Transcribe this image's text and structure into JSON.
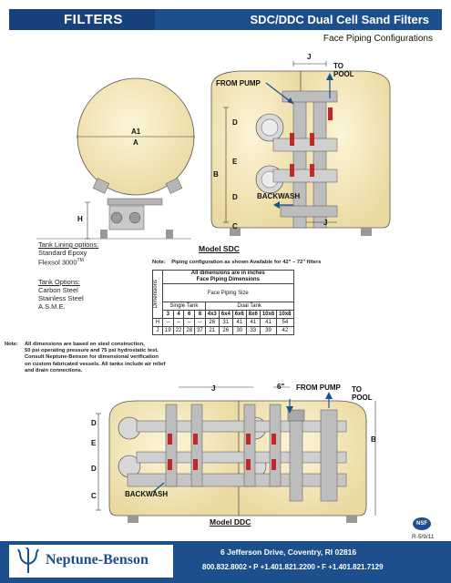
{
  "header": {
    "section": "FILTERS",
    "title": "SDC/DDC Dual Cell Sand Filters",
    "subtitle": "Face Piping Configurations"
  },
  "sdc": {
    "labels": {
      "from_pump": "FROM PUMP",
      "to_pool": "TO POOL",
      "j_top": "J",
      "d1": "D",
      "e": "E",
      "d2": "D",
      "c": "C",
      "b": "B",
      "backwash": "BACKWASH",
      "j_bottom": "J",
      "a1": "A1",
      "a": "A",
      "h": "H"
    },
    "model": "Model SDC"
  },
  "options": {
    "lining_title": "Tank Lining options:",
    "lining": [
      "Standard Epoxy",
      "Flexsol 3000"
    ],
    "lining_tm": "TM",
    "tank_title": "Tank Options:",
    "tank": [
      "Carbon Steel",
      "Stainless Steel",
      "A.S.M.E."
    ]
  },
  "note_top": {
    "label": "Note:",
    "text": "Piping configuration as shown Available for 42\" – 72\" filters"
  },
  "table": {
    "header1": "All dimensions are in inches",
    "header2": "Face Piping Dimensions",
    "side_label": "Dimensions",
    "face_size": "Face Piping Size",
    "single": "Single Tank",
    "dual": "Dual Tank",
    "cols": [
      "3",
      "4",
      "6",
      "8",
      "4x3",
      "6x4",
      "6x6",
      "8x6",
      "10x6",
      "10x8"
    ],
    "rows": [
      {
        "k": "H",
        "v": [
          "–",
          "–",
          "–",
          "–",
          "26",
          "31",
          "41",
          "41",
          "41",
          "54"
        ]
      },
      {
        "k": "J",
        "v": [
          "19",
          "22",
          "28",
          "37",
          "21",
          "26",
          "30",
          "33",
          "39",
          "42"
        ]
      }
    ]
  },
  "note_bottom": {
    "label": "Note:",
    "lines": [
      "All dimensions are based on steel construction,",
      "50 psi operating pressure and 75 psi hydrostatic test.",
      "Consult Neptune-Benson for dimensional verification",
      "on custom fabricated vessels. All tanks include air relief",
      "and drain connections."
    ]
  },
  "ddc": {
    "labels": {
      "j": "J",
      "six": "6\"",
      "from_pump": "FROM PUMP",
      "to_pool": "TO POOL",
      "d1": "D",
      "e": "E",
      "d2": "D",
      "c": "C",
      "b": "B",
      "backwash": "BACKWASH"
    },
    "model": "Model DDC"
  },
  "nsf": "NSF",
  "revision": "R-5/9/11",
  "footer": {
    "brand": "Neptune-Benson",
    "address": "6 Jefferson Drive, Coventry, RI 02816",
    "phone": "800.832.8002  •  P +1.401.821.2200  •  F +1.401.821.7129"
  },
  "colors": {
    "header": "#1d4f8c",
    "tank": "#f6e7b4",
    "pipe": "#b7b7b7",
    "valve_red": "#c0282a"
  }
}
